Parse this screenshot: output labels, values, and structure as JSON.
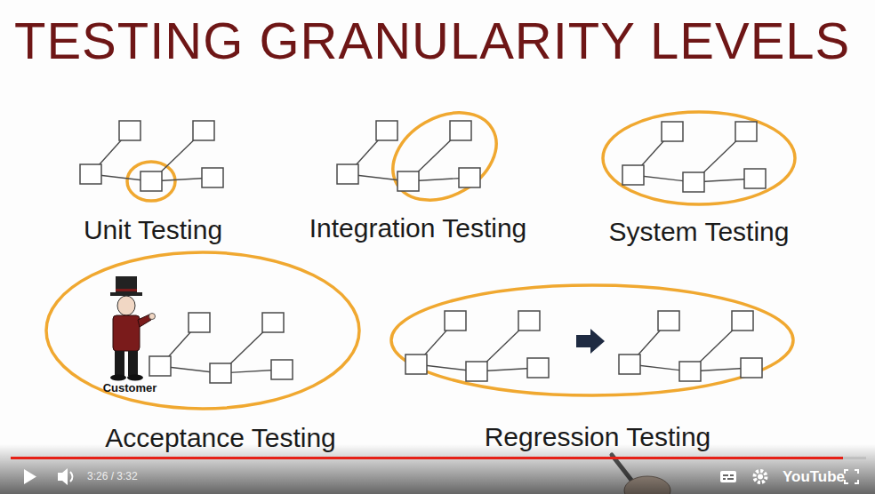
{
  "diagram": {
    "title": "TESTING GRANULARITY LEVELS",
    "labels": [
      "Unit Testing",
      "Integration Testing",
      "System Testing",
      "Customer",
      "Acceptance Testing",
      "Regression Testing",
      "3:26 / 3:32",
      "YouTube"
    ]
  }
}
